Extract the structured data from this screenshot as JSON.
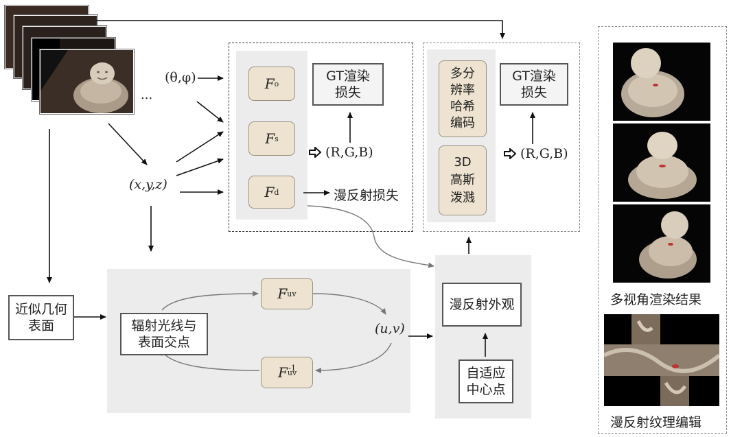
{
  "inputs": {
    "angles": "(θ,φ)",
    "position": "(x,y,z)",
    "ellipsis": "...",
    "uv": "(u,v)"
  },
  "fields": {
    "fo": {
      "base": "F",
      "sub": "o"
    },
    "fs": {
      "base": "F",
      "sub": "s"
    },
    "fd": {
      "base": "F",
      "sub": "d"
    },
    "fuv": {
      "base": "F",
      "sub": "uv"
    },
    "fuv_inv": {
      "base": "F",
      "sub": "uv",
      "sup": "-1"
    }
  },
  "left_module": {
    "gt_loss": [
      "GT渲染",
      "损失"
    ],
    "rgb": "(R,G,B)",
    "diffuse_loss": "漫反射损失"
  },
  "right_module": {
    "hash_encoding": [
      "多分",
      "辨率",
      "哈希",
      "编码"
    ],
    "gaussian": [
      "3D",
      "高斯",
      "泼溅"
    ],
    "gt_loss": [
      "GT渲染",
      "损失"
    ],
    "rgb": "(R,G,B)"
  },
  "geometry": {
    "approx_surface": [
      "近似几何",
      "表面"
    ],
    "ray_intersection": [
      "辐射光线与",
      "表面交点"
    ]
  },
  "appearance": {
    "diffuse_appearance": "漫反射外观",
    "adaptive_centers": [
      "自适应",
      "中心点"
    ]
  },
  "results": {
    "render_caption": "多视角渲染结果",
    "texture_caption": "漫反射纹理编辑"
  },
  "colors": {
    "panel_bg": "#ececec",
    "field_box": "#ede3d0",
    "arrow": "#111111",
    "curve": "#777777"
  }
}
